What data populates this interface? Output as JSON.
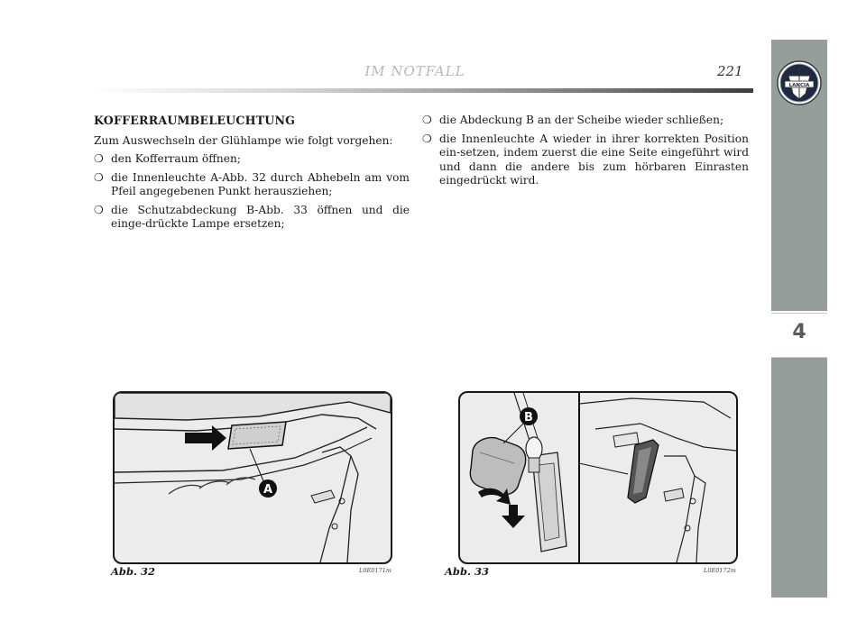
{
  "header": {
    "title": "IM NOTFALL",
    "page_number": "221"
  },
  "side_tab": {
    "chapter": "4",
    "logo_text": "LANCIA"
  },
  "left_column": {
    "heading": "KOFFERRAUMBELEUCHTUNG",
    "intro": "Zum Auswechseln der Glühlampe wie folgt vorgehen:",
    "bullets": [
      "den Kofferraum öffnen;",
      "die Innenleuchte A-Abb. 32 durch Abhebeln am vom Pfeil angegebenen Punkt herausziehen;",
      "die Schutzabdeckung B-Abb. 33 öffnen und die einge-drückte Lampe ersetzen;"
    ]
  },
  "right_column": {
    "bullets": [
      "die Abdeckung B an der Scheibe wieder schließen;",
      "die Innenleuchte A wieder in ihrer korrekten Position ein-setzen, indem zuerst die eine Seite eingeführt wird und dann die andere bis zum hörbaren Einrasten eingedrückt wird."
    ]
  },
  "bullet_symbol": "❍",
  "figures": {
    "fig32": {
      "caption": "Abb. 32",
      "code": "L0E0171m",
      "label": "A"
    },
    "fig33": {
      "caption": "Abb. 33",
      "code": "L0E0172m",
      "label": "B"
    }
  }
}
